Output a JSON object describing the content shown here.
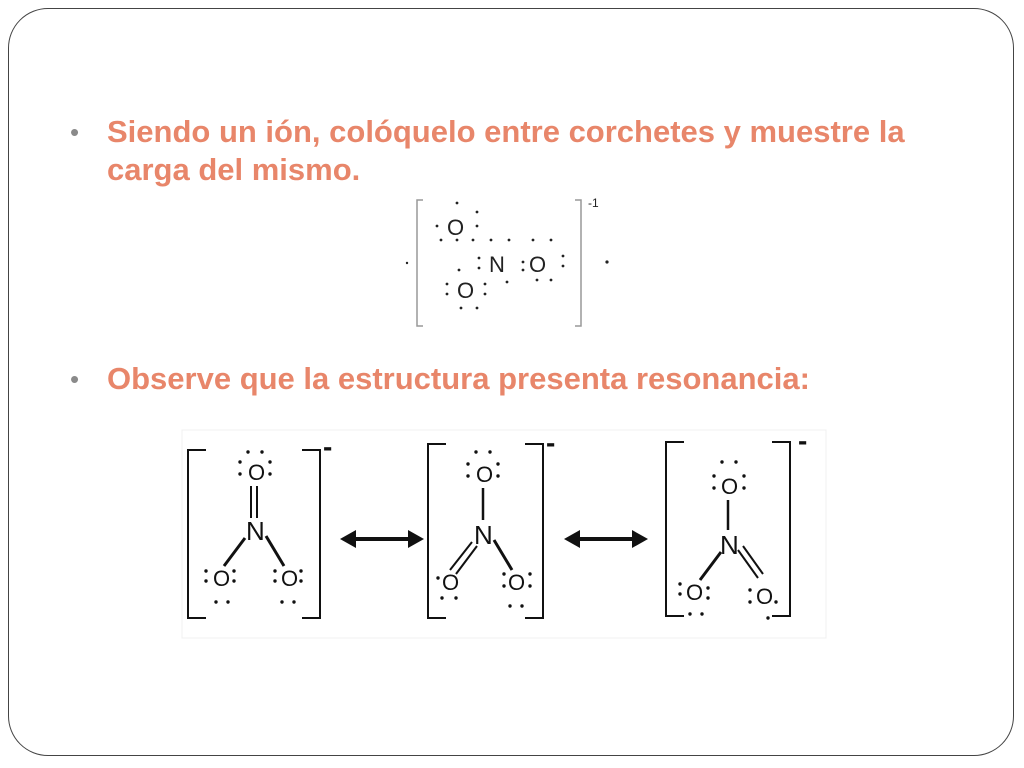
{
  "slide": {
    "bullets": [
      {
        "marker": "•",
        "text": "Siendo  un ión, colóquelo entre corchetes y muestre la carga del mismo."
      },
      {
        "marker": "•",
        "text": "Observe que la estructura presenta resonancia:"
      }
    ]
  },
  "lewis_structure": {
    "atoms": [
      "O",
      "N",
      "O",
      "O"
    ],
    "charge": "-1"
  },
  "resonance": {
    "structures": [
      {
        "top": "O",
        "center": "N",
        "left": "O",
        "right": "O",
        "charge": "-"
      },
      {
        "top": "O",
        "center": "N",
        "left": "O",
        "right": "O",
        "charge": "-"
      },
      {
        "top": "O",
        "center": "N",
        "left": "O",
        "right": "O",
        "charge": "-"
      }
    ]
  }
}
